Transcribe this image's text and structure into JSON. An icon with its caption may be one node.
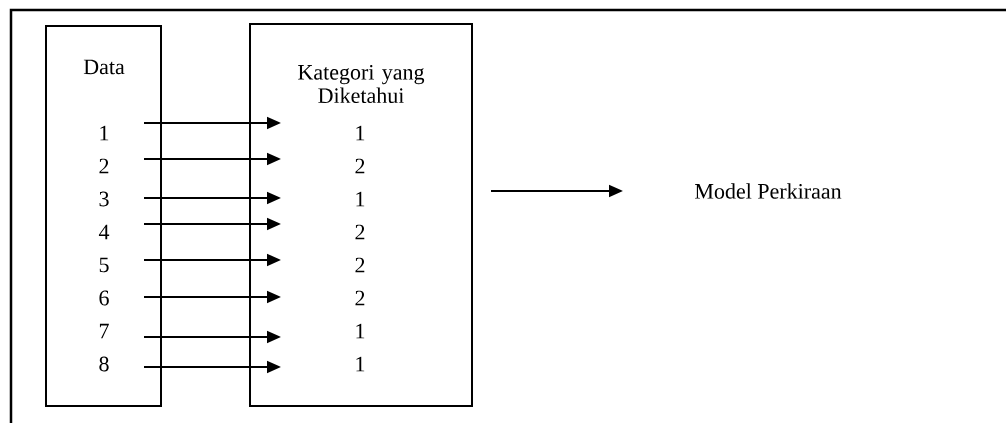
{
  "diagram": {
    "nodes": [
      {
        "text": [
          "Data"
        ]
      },
      {
        "text": [
          "1"
        ],
        "in": 0
      },
      {
        "text": [
          "2"
        ],
        "in": 0
      },
      {
        "text": [
          "3"
        ],
        "in": 0
      },
      {
        "text": [
          "4"
        ],
        "in": 0
      },
      {
        "text": [
          "5"
        ],
        "in": 0
      },
      {
        "text": [
          "6"
        ],
        "in": 0
      },
      {
        "text": [
          "7"
        ],
        "in": 0
      },
      {
        "text": [
          "8"
        ],
        "in": 0
      },
      {
        "text": [
          "Kategori yang Diketahui"
        ]
      },
      {
        "text": [
          "1"
        ],
        "in": 9
      },
      {
        "text": [
          "2"
        ],
        "in": 9
      },
      {
        "text": [
          "1"
        ],
        "in": 9
      },
      {
        "text": [
          "2"
        ],
        "in": 9
      },
      {
        "text": [
          "2"
        ],
        "in": 9
      },
      {
        "text": [
          "2"
        ],
        "in": 9
      },
      {
        "text": [
          "1"
        ],
        "in": 9
      },
      {
        "text": [
          "1"
        ],
        "in": 9
      }
    ],
    "edges": [
      {
        "from": 1,
        "to": 9,
        "arrow": "to"
      },
      {
        "from": 2,
        "to": 9,
        "arrow": "to"
      },
      {
        "from": 3,
        "to": 9,
        "arrow": "to"
      },
      {
        "from": 4,
        "to": 9,
        "arrow": "to"
      },
      {
        "from": 5,
        "to": 9,
        "arrow": "to"
      },
      {
        "from": 6,
        "to": 9,
        "arrow": "to"
      },
      {
        "from": 7,
        "to": 9,
        "arrow": "to"
      },
      {
        "from": 8,
        "to": 9,
        "arrow": "to"
      },
      {
        "from": 9,
        "to": null,
        "arrow": "to"
      }
    ],
    "labels": [
      "Model Perkiraan"
    ]
  }
}
